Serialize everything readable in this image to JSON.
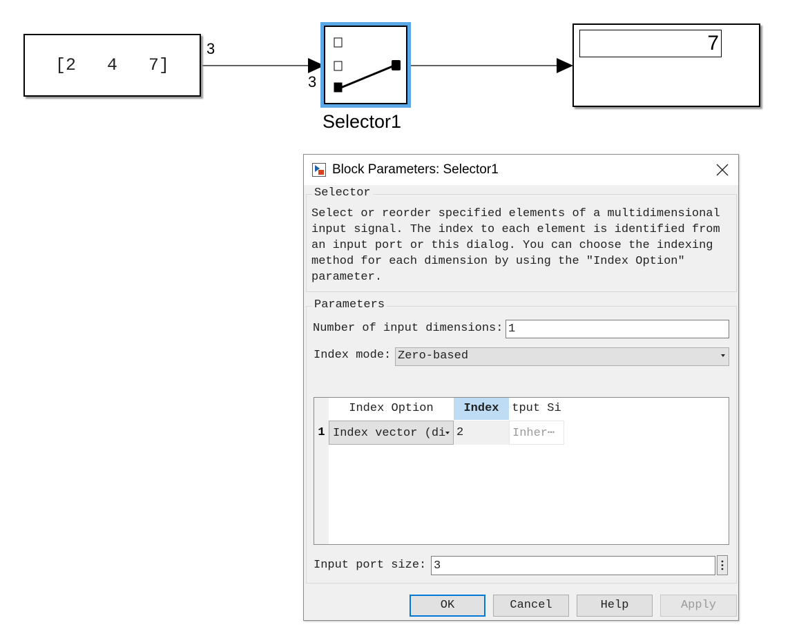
{
  "canvas": {
    "constant_block": {
      "text": "[2   4   7]"
    },
    "signal_1_width": "3",
    "selector_input_width": "3",
    "selector_block": {
      "name": "Selector1"
    },
    "display_block": {
      "value": "7"
    }
  },
  "dialog": {
    "title": "Block Parameters: Selector1",
    "selector_group": {
      "legend": "Selector",
      "description_lines": [
        "Select or reorder specified elements of a multidimensional",
        "input signal. The index to each element is identified from",
        "an input port or this dialog. You can choose the indexing",
        "method for each dimension by using the \"Index Option\"",
        "parameter."
      ]
    },
    "parameters_group": {
      "legend": "Parameters",
      "num_dims_label": "Number of input dimensions:",
      "num_dims_value": "1",
      "index_mode_label": "Index mode:",
      "index_mode_value": "Zero-based",
      "table": {
        "headers": [
          "Index Option",
          "Index",
          "tput Si"
        ],
        "rows": [
          {
            "num": "1",
            "index_option": "Index vector (di",
            "index": "2",
            "output_size": "Inher⋯"
          }
        ]
      },
      "input_port_size_label": "Input port size:",
      "input_port_size_value": "3"
    },
    "buttons": {
      "ok": "OK",
      "cancel": "Cancel",
      "help": "Help",
      "apply": "Apply"
    }
  },
  "colors": {
    "selection_highlight": "#5aa9e6",
    "selected_header": "#bfdcf5",
    "ok_border": "#0078d7",
    "disabled_text": "#9a9a9a"
  }
}
